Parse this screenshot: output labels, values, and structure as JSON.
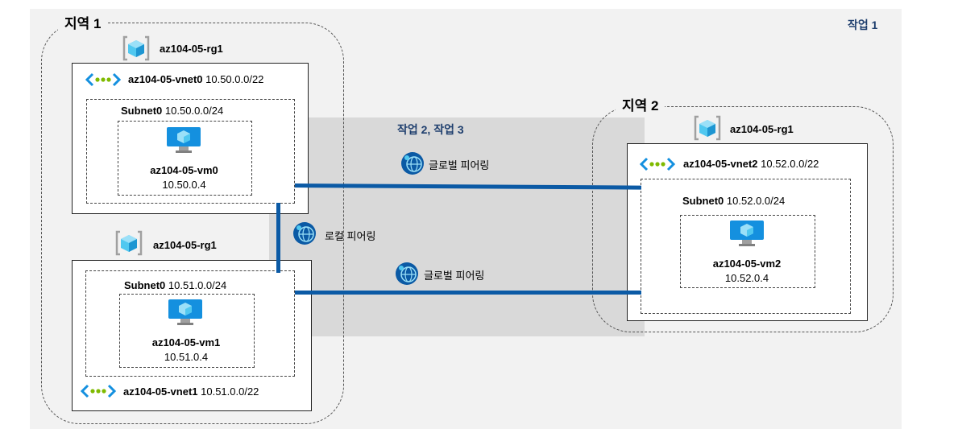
{
  "region1": {
    "title": "지역 1"
  },
  "region2": {
    "title": "지역 2"
  },
  "tasks": {
    "task1": "작업 1",
    "task23": "작업 2, 작업 3"
  },
  "rg_r1_top": {
    "name": "az104-05-rg1"
  },
  "rg_r1_bottom": {
    "name": "az104-05-rg1"
  },
  "rg_r2": {
    "name": "az104-05-rg1"
  },
  "vnet0": {
    "name": "az104-05-vnet0",
    "cidr": "10.50.0.0/22",
    "subnet": {
      "name": "Subnet0",
      "cidr": "10.50.0.0/24"
    },
    "vm": {
      "name": "az104-05-vm0",
      "ip": "10.50.0.4"
    }
  },
  "vnet1": {
    "name": "az104-05-vnet1",
    "cidr": "10.51.0.0/22",
    "subnet": {
      "name": "Subnet0",
      "cidr": "10.51.0.0/24"
    },
    "vm": {
      "name": "az104-05-vm1",
      "ip": "10.51.0.4"
    }
  },
  "vnet2": {
    "name": "az104-05-vnet2",
    "cidr": "10.52.0.0/22",
    "subnet": {
      "name": "Subnet0",
      "cidr": "10.52.0.0/24"
    },
    "vm": {
      "name": "az104-05-vm2",
      "ip": "10.52.0.4"
    }
  },
  "peerings": {
    "global_top": "글로벌 피어링",
    "global_bottom": "글로벌 피어링",
    "local": "로컬 피어링"
  },
  "colors": {
    "link": "#0b5aa5",
    "task_text": "#1f3f6e",
    "vm_blue": "#1490df",
    "vnet_green": "#7fba00"
  }
}
